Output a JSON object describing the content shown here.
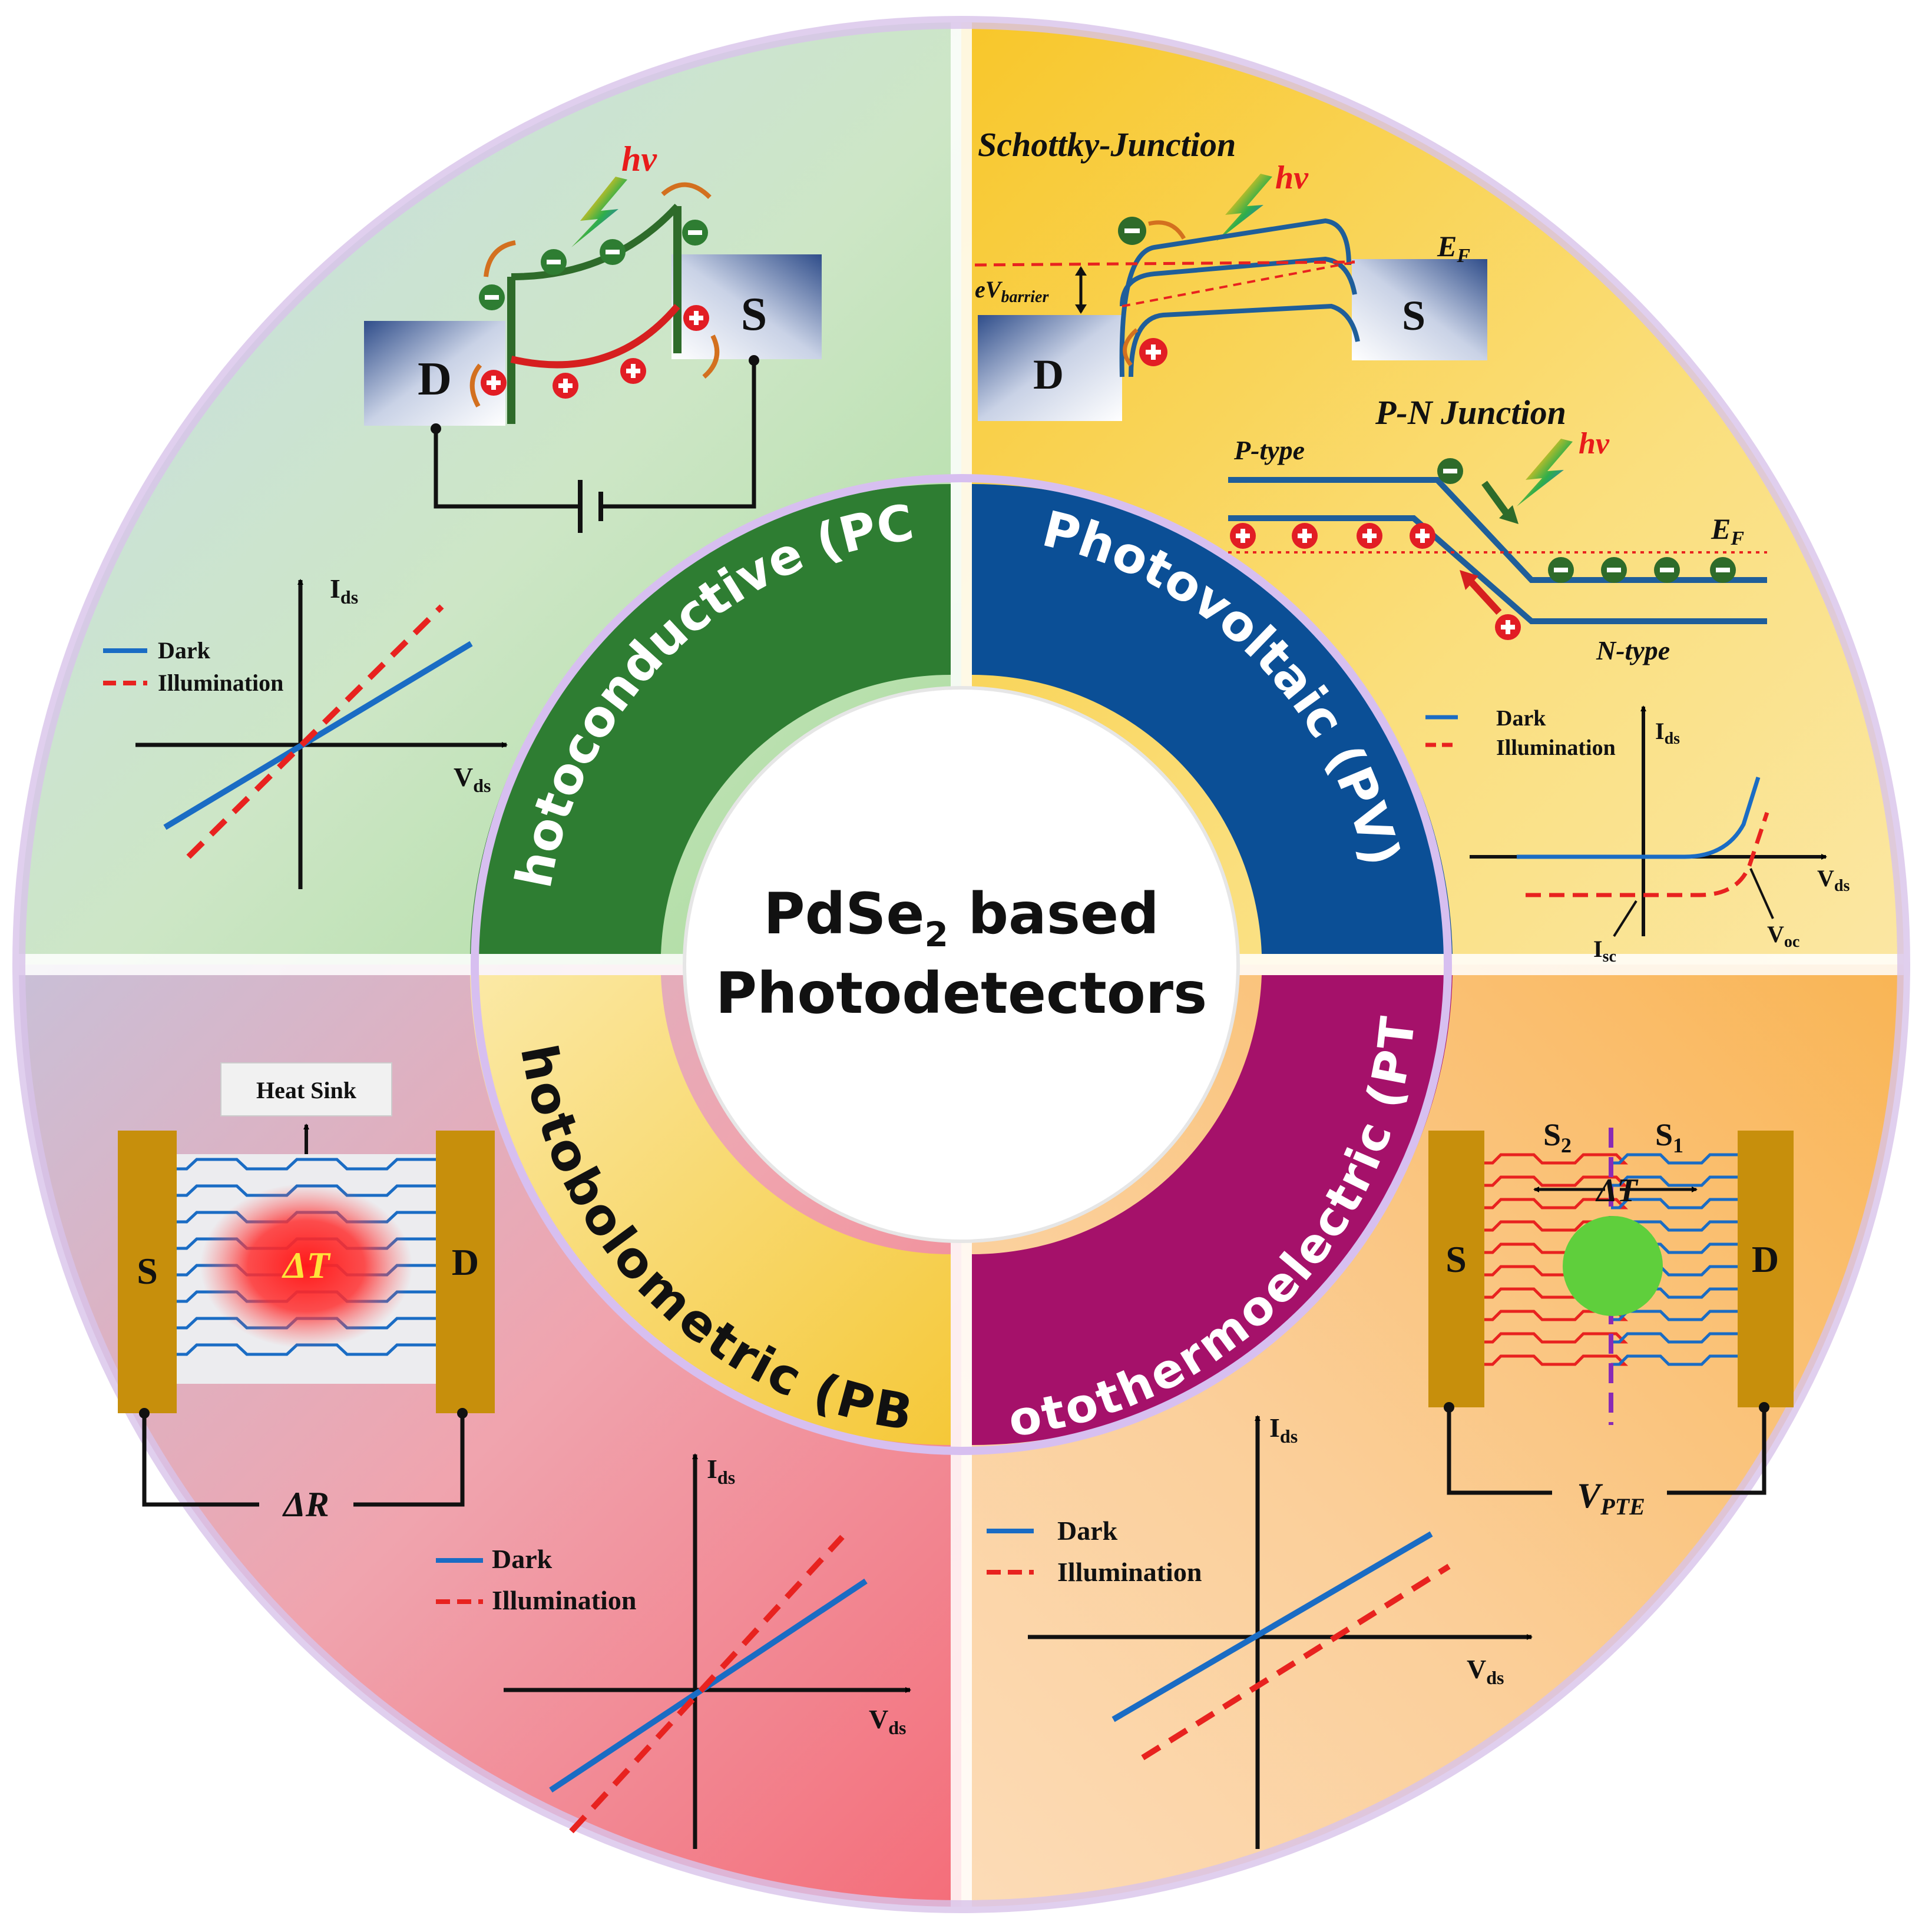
{
  "center": {
    "line1_main": "PdSe",
    "line1_sub": "2",
    "line1_tail": " based",
    "line2": "Photodetectors"
  },
  "ring_labels": {
    "pc": "Photoconductive (PC)",
    "pv": "Photovoltaic (PV)",
    "pb": "Photobolometric (PB)",
    "pte": "Photothermoelectric (PTE)"
  },
  "colors": {
    "pc": "#2e7d32",
    "pv": "#0b4f96",
    "pb": "#f6d35a",
    "pte": "#a5116a",
    "dark_line": "#1a6cc4",
    "illum_line": "#e8221f"
  },
  "pc": {
    "hv": "hv",
    "drain": "D",
    "source": "S",
    "ids": "I",
    "ids_sub": "ds",
    "vds": "V",
    "vds_sub": "ds",
    "legend_dark": "Dark",
    "legend_illum": "Illumination"
  },
  "pv": {
    "schottky_title": "Schottky-Junction",
    "hv": "hv",
    "ef": "E",
    "ef_sub": "F",
    "ev": "eV",
    "ev_sub": "barrier",
    "drain": "D",
    "source": "S",
    "pn_title": "P-N Junction",
    "ptype": "P-type",
    "ntype": "N-type",
    "hv2": "hv",
    "ef2": "E",
    "ef2_sub": "F",
    "legend_dark": "Dark",
    "legend_illum": "Illumination",
    "ids": "I",
    "ids_sub": "ds",
    "vds": "V",
    "vds_sub": "ds",
    "isc": "I",
    "isc_sub": "sc",
    "voc": "V",
    "voc_sub": "oc"
  },
  "pb": {
    "heat_sink": "Heat Sink",
    "source": "S",
    "drain": "D",
    "delta_t": "ΔT",
    "delta_r": "ΔR",
    "legend_dark": "Dark",
    "legend_illum": "Illumination",
    "ids": "I",
    "ids_sub": "ds",
    "vds": "V",
    "vds_sub": "ds"
  },
  "pte": {
    "s2": "S",
    "s2_sub": "2",
    "s1": "S",
    "s1_sub": "1",
    "delta_t": "ΔT",
    "source": "S",
    "drain": "D",
    "vpte": "V",
    "vpte_sub": "PTE",
    "legend_dark": "Dark",
    "legend_illum": "Illumination",
    "ids": "I",
    "ids_sub": "ds",
    "vds": "V",
    "vds_sub": "ds"
  }
}
